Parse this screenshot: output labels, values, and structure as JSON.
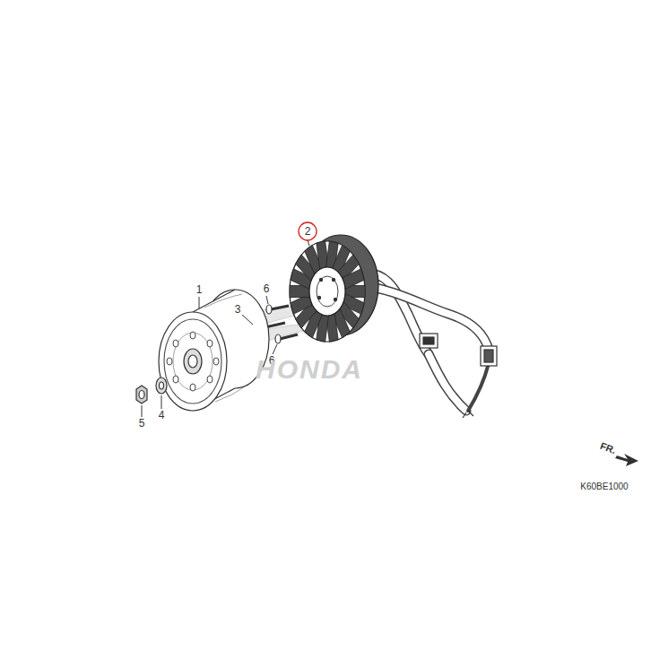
{
  "diagram": {
    "labels": [
      "1",
      "2",
      "3",
      "4",
      "5",
      "6",
      "6",
      "FR.",
      "K60BE1000",
      "HONDA"
    ]
  }
}
